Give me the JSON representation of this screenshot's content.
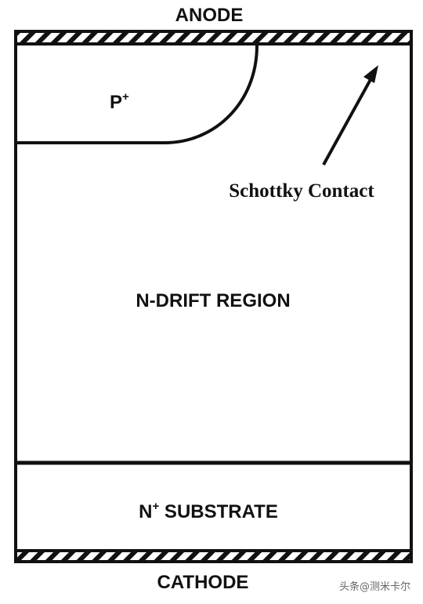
{
  "labels": {
    "anode": "ANODE",
    "cathode": "CATHODE",
    "p_plus_base": "P",
    "p_plus_sup": "+",
    "schottky": "Schottky Contact",
    "drift": "N-DRIFT REGION",
    "substrate_sup": "+",
    "substrate_n": "N",
    "substrate_text": " SUBSTRATE"
  },
  "watermark": "头条@测米卡尔",
  "colors": {
    "ink": "#111111",
    "background": "#ffffff",
    "watermark": "#666666"
  }
}
